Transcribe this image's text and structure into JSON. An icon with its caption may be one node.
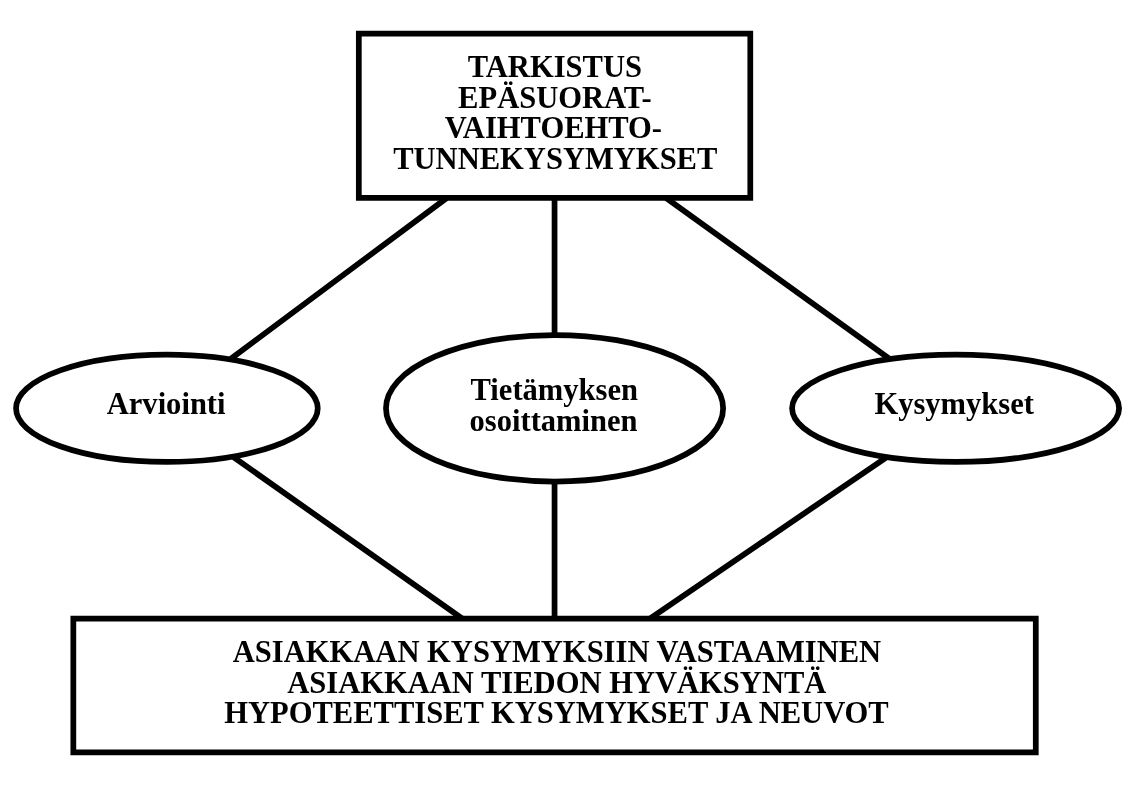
{
  "diagram": {
    "nodes": [
      {
        "text": [
          "TARKISTUS EPÄSUORAT- VAIHTOEHTO- TUNNEKYSYMYKSET"
        ]
      },
      {
        "text": [
          "Arviointi"
        ]
      },
      {
        "text": [
          "Tietämyksen osoittaminen"
        ]
      },
      {
        "text": [
          "Kysymykset"
        ]
      },
      {
        "text": [
          "ASIAKKAAN KYSYMYKSIIN VASTAAMINEN",
          "ASIAKKAAN TIEDON HYVÄKSYNTÄ",
          "HYPOTEETTISET KYSYMYKSET JA NEUVOT"
        ]
      }
    ],
    "edges": [
      {
        "from": 0,
        "to": 1,
        "arrow": "none"
      },
      {
        "from": 0,
        "to": 2,
        "arrow": "none"
      },
      {
        "from": 0,
        "to": 3,
        "arrow": "none"
      },
      {
        "from": 1,
        "to": 4,
        "arrow": "none"
      },
      {
        "from": 2,
        "to": 4,
        "arrow": "none"
      },
      {
        "from": 3,
        "to": 4,
        "arrow": "none"
      }
    ]
  }
}
